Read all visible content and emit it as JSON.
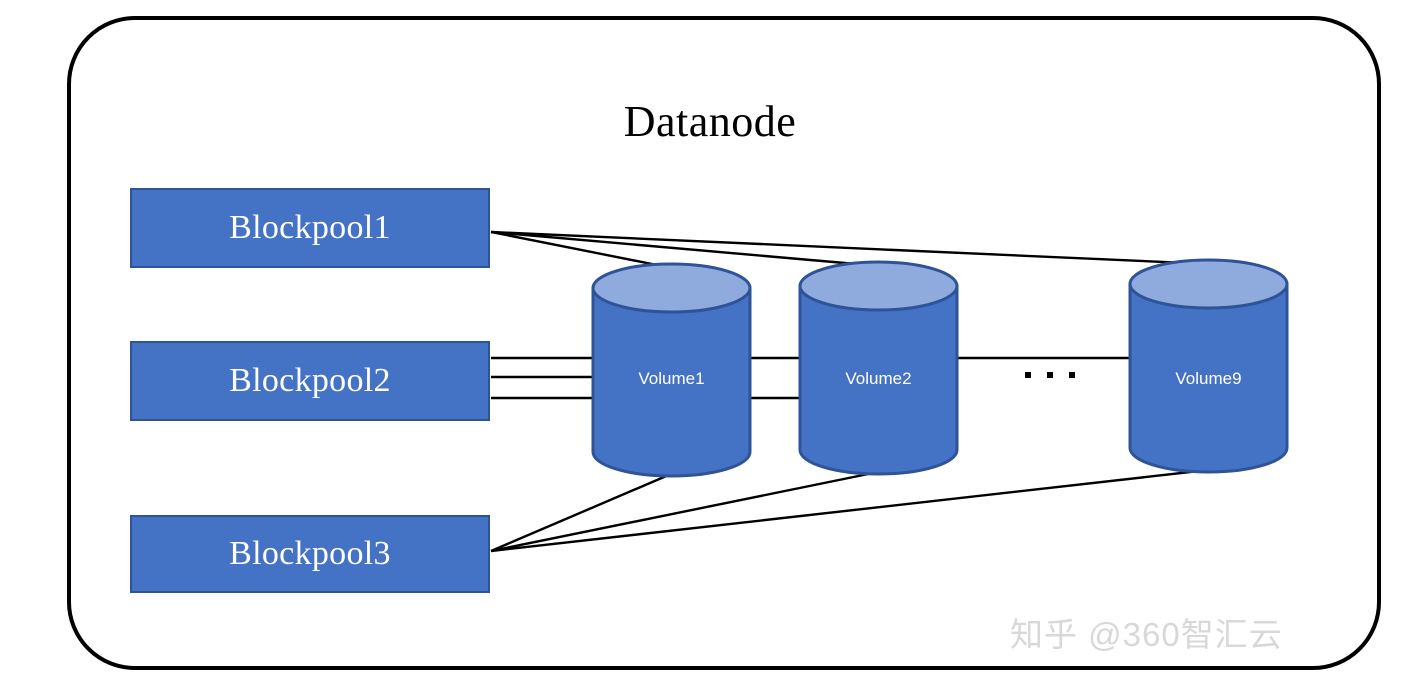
{
  "diagram": {
    "title": "Datanode",
    "container_shape": "rounded-rectangle",
    "blockpools": [
      {
        "label": "Blockpool1"
      },
      {
        "label": "Blockpool2"
      },
      {
        "label": "Blockpool3"
      }
    ],
    "volumes": [
      {
        "label": "Volume1"
      },
      {
        "label": "Volume2"
      },
      {
        "label": "Volume9"
      }
    ],
    "ellipsis": "· · ·",
    "watermark": "知乎 @360智汇云",
    "colors": {
      "box_fill": "#4472C4",
      "box_border": "#2E5397",
      "cylinder_body": "#4472C4",
      "cylinder_top": "#8FAADC",
      "cylinder_outline": "#2E5397",
      "connector_line": "#000000",
      "container_outline": "#000000",
      "label_text": "#FFFFFF",
      "title_text": "#000000",
      "watermark_text": "#D8D8D8"
    }
  }
}
